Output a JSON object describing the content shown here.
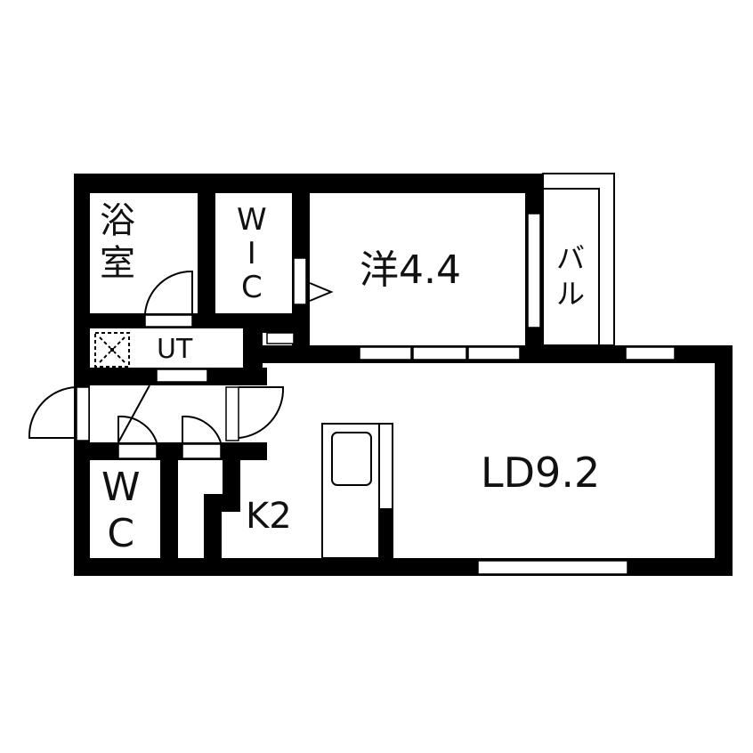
{
  "floorplan": {
    "rooms": {
      "bath": {
        "label_line1": "浴",
        "label_line2": "室",
        "name": "bathroom"
      },
      "wic": {
        "label_line1": "W",
        "label_line2": "I",
        "label_line3": "C",
        "name": "walk-in closet"
      },
      "western": {
        "label": "洋4.4",
        "name": "western room",
        "size": "4.4"
      },
      "balcony": {
        "label_line1": "バ",
        "label_line2": "ル",
        "name": "balcony"
      },
      "utility": {
        "label": "UT",
        "name": "utility"
      },
      "toilet": {
        "label_line1": "W",
        "label_line2": "C",
        "name": "toilet"
      },
      "kitchen": {
        "label": "K2",
        "name": "kitchen",
        "size": "2"
      },
      "living_dining": {
        "label": "LD9.2",
        "name": "living dining",
        "size": "9.2"
      }
    },
    "colors": {
      "wall": "#000000",
      "background": "#ffffff",
      "line": "#111111"
    }
  }
}
